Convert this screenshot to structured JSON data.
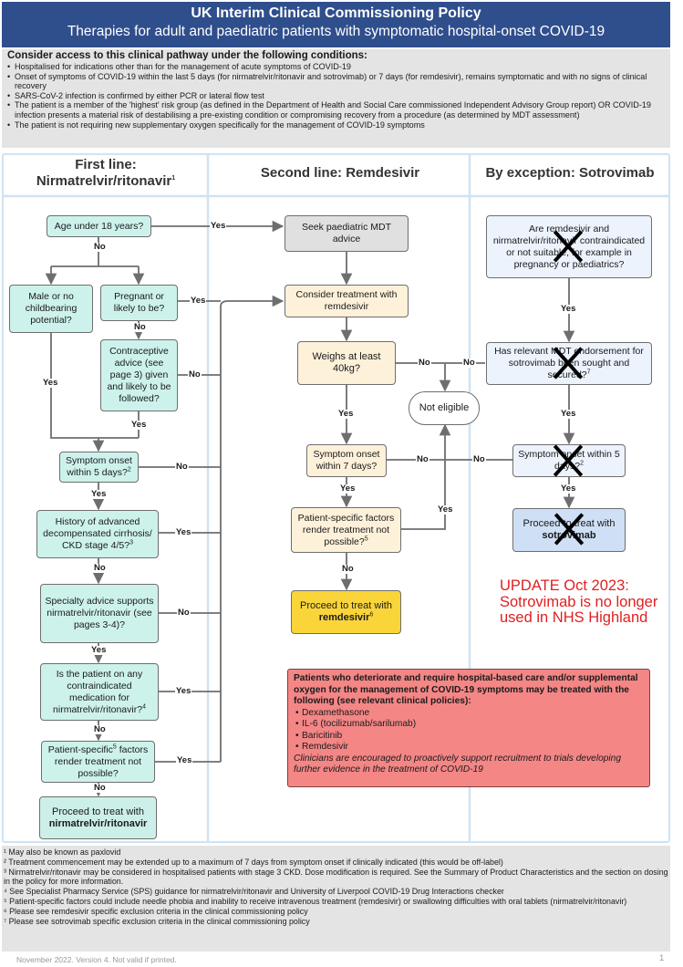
{
  "header": {
    "title": "UK Interim Clinical Commissioning Policy",
    "subtitle": "Therapies for adult and paediatric patients with symptomatic hospital-onset COVID-19"
  },
  "conditions": {
    "heading": "Consider access to this clinical pathway under the following conditions:",
    "items": [
      "Hospitalised for indications other than for the management of acute symptoms of COVID-19",
      "Onset of symptoms of COVID-19 within the last 5 days (for nirmatrelvir/ritonavir and sotrovimab) or 7 days (for remdesivir), remains symptomatic and with no signs of clinical recovery",
      "SARS-CoV-2 infection is confirmed by either PCR or lateral flow test",
      "The patient is a member of the 'highest' risk group (as defined in the Department of Health and Social Care commissioned Independent Advisory Group report) OR COVID-19 infection presents a material risk of destabilising a pre-existing condition or compromising recovery from a procedure (as determined by MDT assessment)",
      "The patient is not requiring new supplementary oxygen specifically for the management of COVID-19 symptoms"
    ]
  },
  "columns": {
    "first_line_a": "First line:",
    "first_line_b": "Nirmatrelvir/ritonavir",
    "first_line_sup": "1",
    "second_line": "Second line: Remdesivir",
    "exception": "By exception: Sotrovimab"
  },
  "boxes": {
    "age": "Age under 18 years?",
    "male": "Male or no childbearing potential?",
    "pregnant": "Pregnant or likely to be?",
    "contraceptive": "Contraceptive advice (see page 3) given and likely to be followed?",
    "onset5": "Symptom onset within 5 days?",
    "onset5_sup": "2",
    "cirrhosis": "History of advanced decompensated cirrhosis/ CKD stage 4/5?",
    "cirrhosis_sup": "3",
    "specialty": "Specialty advice supports nirmatrelvir/ritonavir (see pages 3-4)?",
    "contraindicated": "Is the patient on any contraindicated medication for nirmatrelvir/ritonavir?",
    "contraindicated_sup": "4",
    "patient_specific_a": "Patient-specific",
    "patient_specific_sup": "5",
    "patient_specific_b": "factors render treatment not possible?",
    "proceed_nirm_a": "Proceed to treat with",
    "proceed_nirm_b": "nirmatrelvir/ritonavir",
    "seek_mdt": "Seek paediatric MDT advice",
    "consider_rem": "Consider treatment with remdesivir",
    "weighs": "Weighs at least 40kg?",
    "onset7": "Symptom onset within 7 days?",
    "factors_rem": "Patient-specific factors render treatment not possible?",
    "factors_rem_sup": "5",
    "proceed_rem_a": "Proceed to treat with",
    "proceed_rem_b": "remdesivir",
    "proceed_rem_sup": "6",
    "not_eligible": "Not eligible",
    "sot_contra": "Are remdesivir and nirmatrelvir/ritonavir contraindicated or not suitable, for example in pregnancy or paediatrics?",
    "sot_mdt": "Has relevant MDT endorsement for sotrovimab been sought and secured?",
    "sot_mdt_sup": "7",
    "sot_onset": "Symptom onset within 5 days?",
    "sot_onset_sup": "2",
    "sot_proceed_a": "Proceed to treat with",
    "sot_proceed_b": "sotrovimab"
  },
  "labels": {
    "yes": "Yes",
    "no": "No"
  },
  "update_notice": "UPDATE Oct 2023: Sotrovimab is no longer used in NHS Highland",
  "deteriorate": {
    "heading": "Patients who deteriorate and require hospital-based care and/or supplemental oxygen for the management of COVID-19 symptoms may be treated with the following (see relevant clinical policies):",
    "items": [
      "Dexamethasone",
      "IL-6 (tocilizumab/sarilumab)",
      "Baricitinib",
      "Remdesivir"
    ],
    "note": "Clinicians are encouraged to proactively support recruitment to trials developing further evidence in the treatment of COVID-19"
  },
  "footnotes": [
    "¹ May also be known as paxlovid",
    "² Treatment commencement may be extended up to a maximum of 7 days from symptom onset if clinically indicated (this would be off-label)",
    "³ Nirmatrelvir/ritonavir may be considered in hospitalised patients with stage 3 CKD. Dose modification is required. See the Summary of Product Characteristics and the section on dosing in the policy for more information.",
    "⁴ See Specialist Pharmacy Service (SPS) guidance for nirmatrelvir/ritonavir and University of Liverpool COVID-19 Drug Interactions checker",
    "⁵ Patient-specific factors could include needle phobia and inability to receive intravenous treatment (remdesivir) or swallowing difficulties with oral tablets (nirmatrelvir/ritonavir)",
    "⁶ Please see remdesivir specific exclusion criteria in the clinical commissioning policy",
    "⁷ Please see sotrovimab specific exclusion criteria in the clinical commissioning policy"
  ],
  "version": "November 2022. Version 4. Not valid if printed.",
  "page_number": "1"
}
